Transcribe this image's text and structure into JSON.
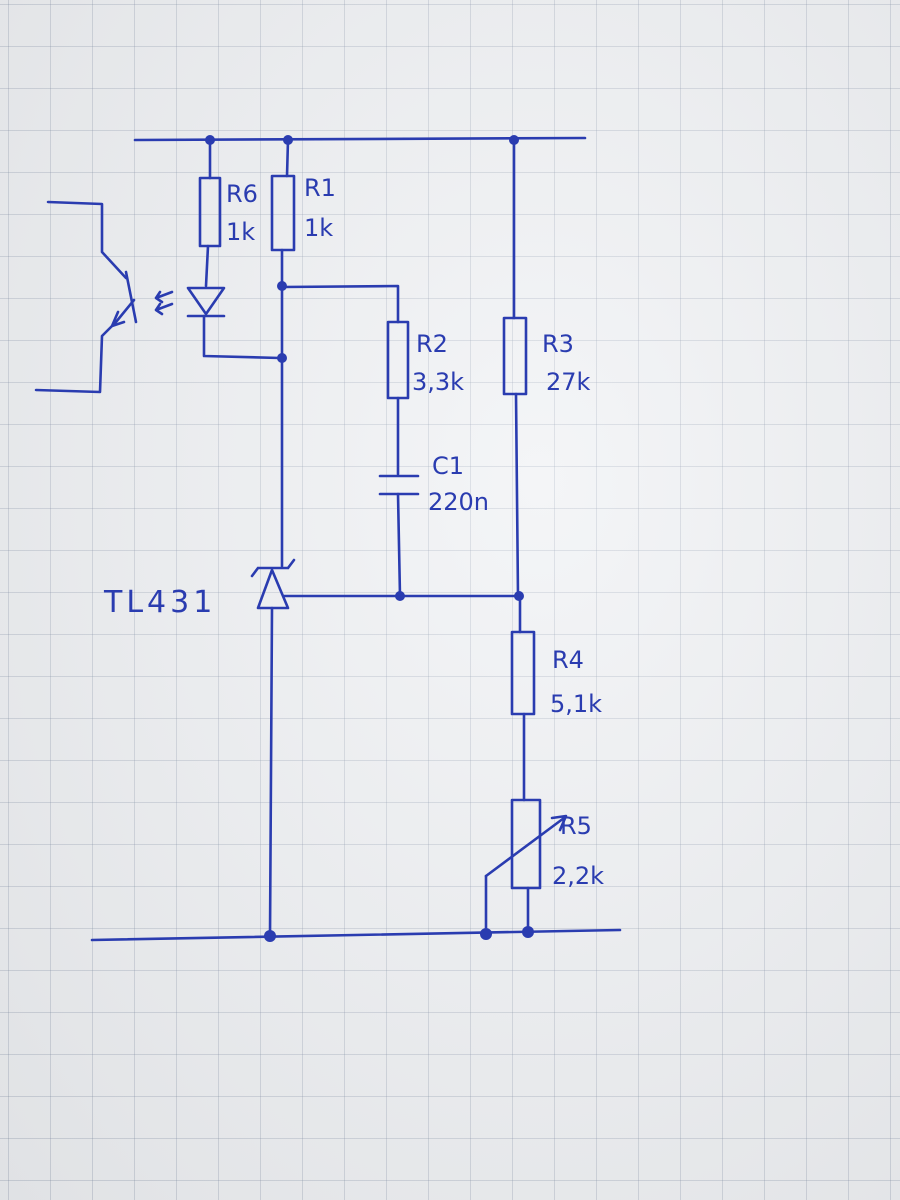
{
  "components": {
    "r6": {
      "name": "R6",
      "value": "1k"
    },
    "r1": {
      "name": "R1",
      "value": "1k"
    },
    "r2": {
      "name": "R2",
      "value": "3,3k"
    },
    "r3": {
      "name": "R3",
      "value": "27k"
    },
    "c1": {
      "name": "C1",
      "value": "220n"
    },
    "r4": {
      "name": "R4",
      "value": "5,1k"
    },
    "r5": {
      "name": "R5",
      "value": "2,2k"
    },
    "u1": {
      "name": "TL431"
    }
  },
  "colors": {
    "ink": "#2a3cb0",
    "paper": "#eef0f3",
    "grid": "#8a97ad"
  }
}
